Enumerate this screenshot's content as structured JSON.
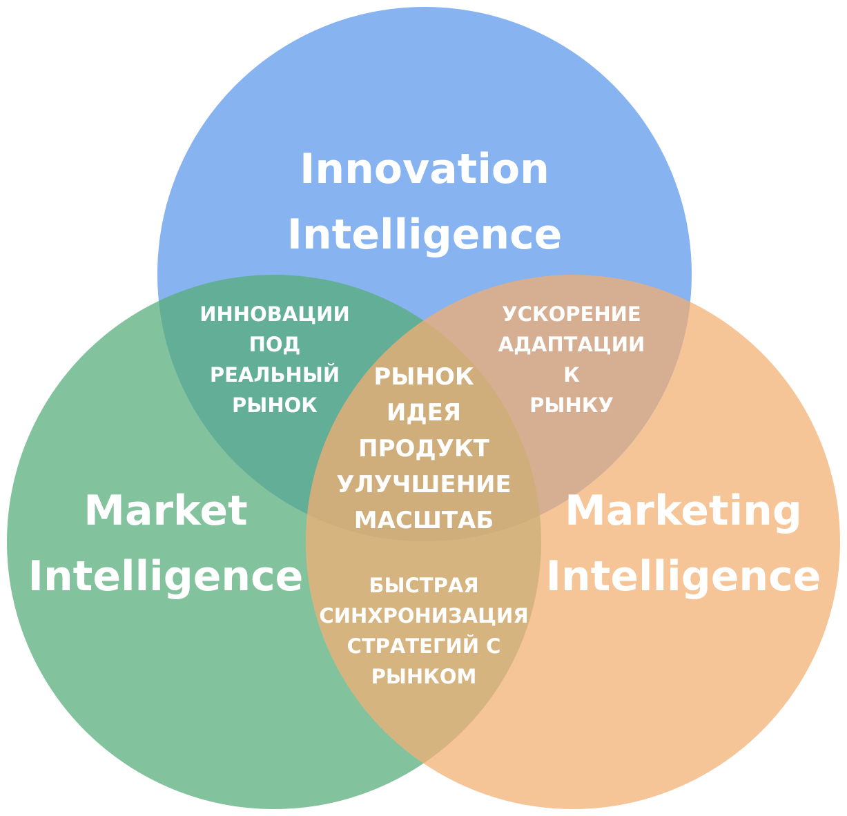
{
  "colors": {
    "innovation": "#87B3F0",
    "market": "#82C29C",
    "marketing": "#F5C497",
    "innovation_market": "#62AE96",
    "innovation_marketing": "#D6AE92",
    "market_marketing": "#D5B47F",
    "all_three": "#CFAE7C"
  },
  "sets": {
    "innovation": [
      "Innovation",
      "Intelligence"
    ],
    "market": [
      "Market",
      "Intelligence"
    ],
    "marketing": [
      "Marketing",
      "Intelligence"
    ]
  },
  "overlaps": {
    "innovation_market": [
      "ИННОВАЦИИ",
      "ПОД",
      "РЕАЛЬНЫЙ",
      "РЫНОК"
    ],
    "innovation_marketing": [
      "УСКОРЕНИЕ",
      "АДАПТАЦИИ",
      "К",
      "РЫНКУ"
    ],
    "all_three": [
      "РЫНОК",
      "ИДЕЯ",
      "ПРОДУКТ",
      "УЛУЧШЕНИЕ",
      "МАСШТАБ"
    ],
    "market_marketing": [
      "БЫСТРАЯ",
      "СИНХРОНИЗАЦИЯ",
      "СТРАТЕГИЙ С",
      "РЫНКОМ"
    ]
  }
}
